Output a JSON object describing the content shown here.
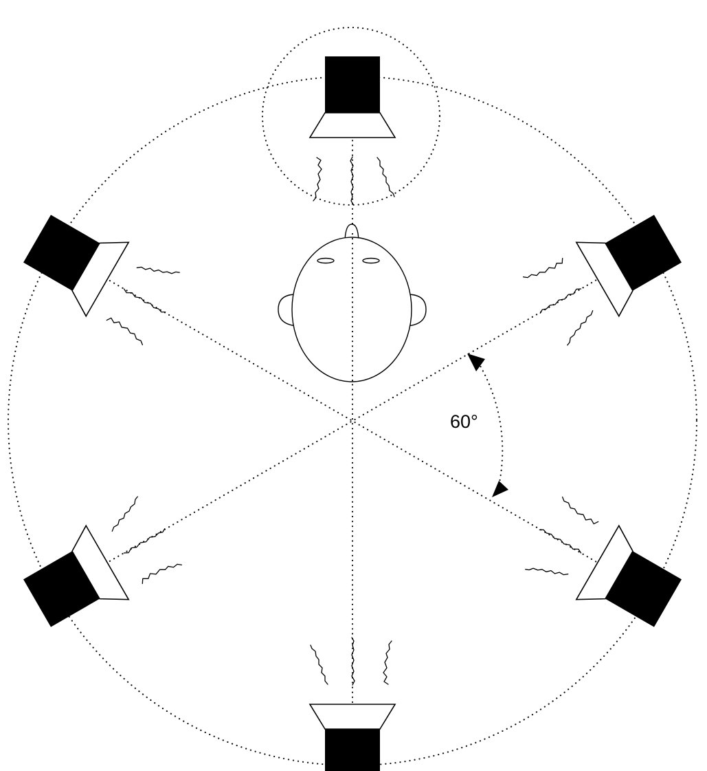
{
  "diagram": {
    "angle_label": "60°",
    "speakers": [
      {
        "name": "speaker-front",
        "angle": 0
      },
      {
        "name": "speaker-front-right",
        "angle": 60
      },
      {
        "name": "speaker-rear-right",
        "angle": 120
      },
      {
        "name": "speaker-rear",
        "angle": 180
      },
      {
        "name": "speaker-rear-left",
        "angle": 240
      },
      {
        "name": "speaker-front-left",
        "angle": 300
      }
    ]
  }
}
